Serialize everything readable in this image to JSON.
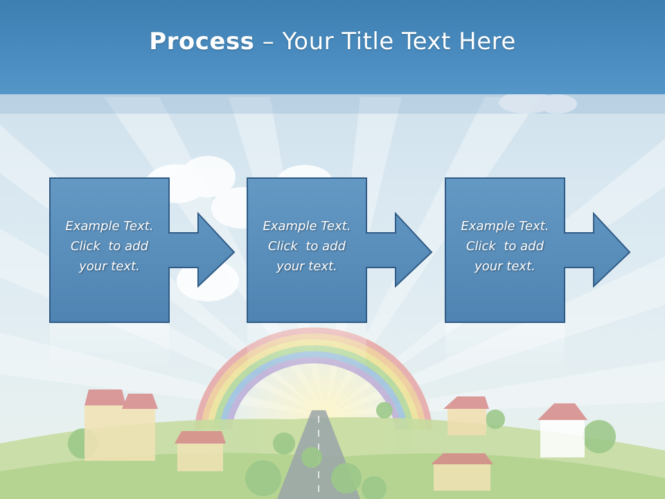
{
  "title": {
    "bold": "Process",
    "rest": " – Your Title Text Here"
  },
  "steps": [
    {
      "line1": "Example Text.",
      "line2": "Click  to add",
      "line3": "your text."
    },
    {
      "line1": "Example Text.",
      "line2": "Click  to add",
      "line3": "your text."
    },
    {
      "line1": "Example Text.",
      "line2": "Click  to add",
      "line3": "your text."
    }
  ],
  "colors": {
    "header": "#4a8cc0",
    "box_fill": "#5b8fbc",
    "box_border": "#2f5a85",
    "text": "#ffffff"
  },
  "icons": [
    "arrow-right-icon",
    "rainbow",
    "houses",
    "road",
    "clouds"
  ]
}
